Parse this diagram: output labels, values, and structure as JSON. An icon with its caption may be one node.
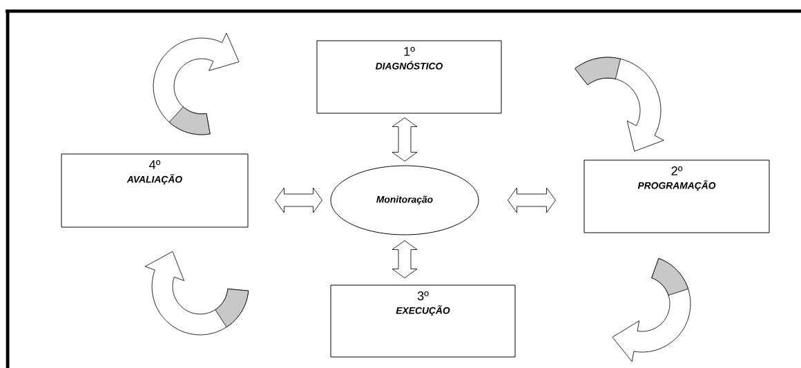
{
  "diagram": {
    "nodes": [
      {
        "text": [
          "1º",
          "DIAGNÓSTICO"
        ]
      },
      {
        "text": [
          "4º",
          "AVALIAÇÃO"
        ]
      },
      {
        "text": [
          "Monitoração"
        ]
      },
      {
        "text": [
          "2º",
          "PROGRAMAÇÃO"
        ]
      },
      {
        "text": [
          "3º",
          "EXECUÇÃO"
        ]
      }
    ],
    "edges": [
      {
        "from": 2,
        "to": 0,
        "arrow": "both"
      },
      {
        "from": 2,
        "to": 1,
        "arrow": "both"
      },
      {
        "from": 2,
        "to": 3,
        "arrow": "both"
      },
      {
        "from": 2,
        "to": 4,
        "arrow": "both"
      }
    ]
  }
}
